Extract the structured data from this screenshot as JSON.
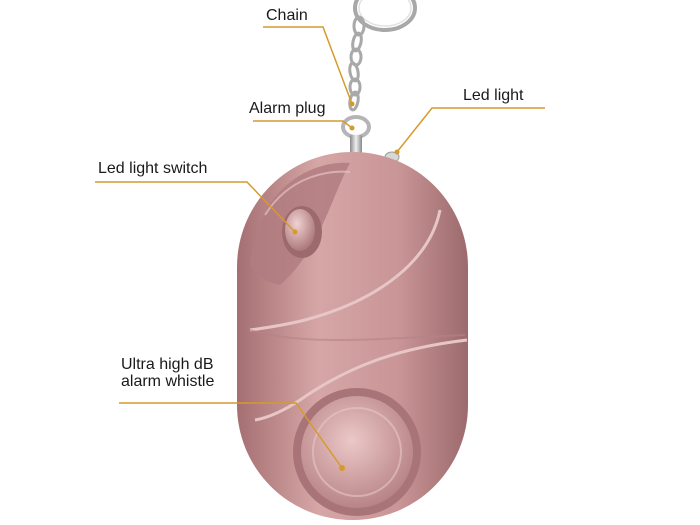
{
  "labels": {
    "chain": "Chain",
    "led_light": "Led light",
    "alarm_plug": "Alarm plug",
    "led_light_switch": "Led light switch",
    "whistle_line1": "Ultra high dB",
    "whistle_line2": "alarm whistle"
  },
  "colors": {
    "callout": "#d69a2c",
    "body_main": "#c99596",
    "body_dark": "#a56f72",
    "body_light": "#e2bcbc",
    "metal": "#b9b9b9"
  }
}
